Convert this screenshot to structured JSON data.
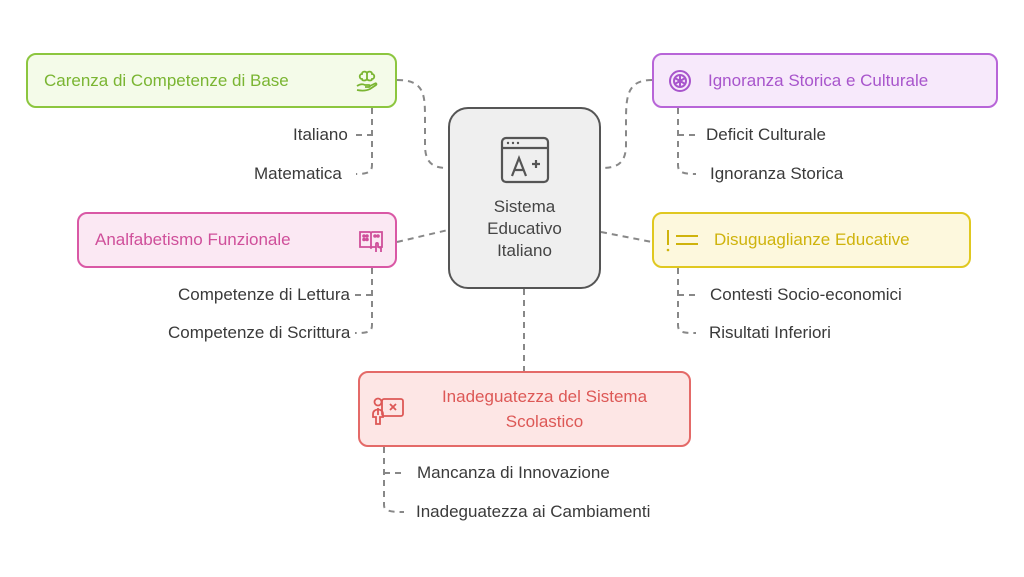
{
  "center": {
    "title": "Sistema\nEducativo\nItaliano",
    "icon": "grade-a-plus-browser-icon"
  },
  "colors": {
    "green": "#8cc63f",
    "purple": "#b865d8",
    "pink": "#d958a5",
    "yellow": "#e0c820",
    "red": "#e46a68",
    "center": "#555555",
    "connector": "#888888"
  },
  "branches": [
    {
      "id": "green",
      "title": "Carenza di Competenze di Base",
      "icon": "brain-in-hand-icon",
      "children": [
        "Italiano",
        "Matematica"
      ]
    },
    {
      "id": "purple",
      "title": "Ignoranza Storica e Culturale",
      "icon": "cultural-emblem-icon",
      "children": [
        "Deficit Culturale",
        "Ignoranza Storica"
      ]
    },
    {
      "id": "pink",
      "title": "Analfabetismo Funzionale",
      "icon": "braille-book-icon",
      "children": [
        "Competenze di Lettura",
        "Competenze di Scrittura"
      ]
    },
    {
      "id": "yellow",
      "title": "Disuguaglianze Educative",
      "icon": "not-equal-icon",
      "children": [
        "Contesti Socio-economici",
        "Risultati Inferiori"
      ]
    },
    {
      "id": "red",
      "title": "Inadeguatezza del Sistema\nScolastico",
      "icon": "teacher-board-x-icon",
      "children": [
        "Mancanza di Innovazione",
        "Inadeguatezza ai Cambiamenti"
      ]
    }
  ]
}
